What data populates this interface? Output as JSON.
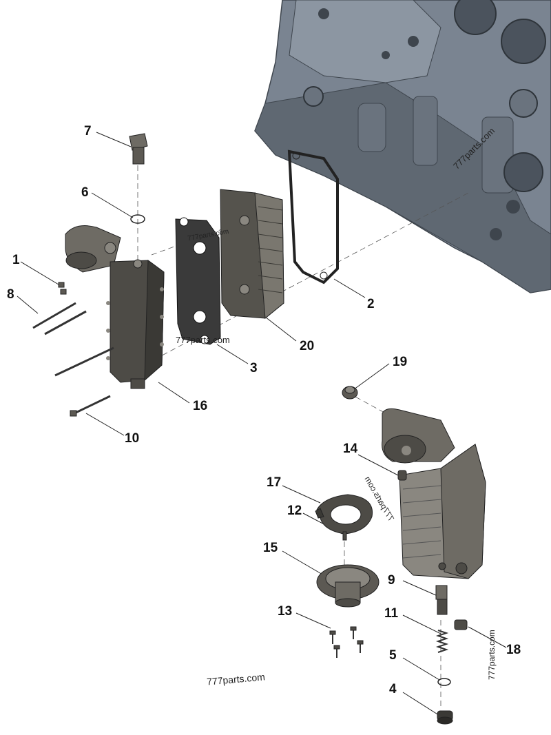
{
  "callouts": {
    "c1": "1",
    "c2": "2",
    "c3": "3",
    "c4": "4",
    "c5": "5",
    "c6": "6",
    "c7": "7",
    "c8": "8",
    "c9": "9",
    "c10": "10",
    "c11": "11",
    "c12": "12",
    "c13": "13",
    "c14": "14",
    "c15": "15",
    "c16": "16",
    "c17": "17",
    "c18": "18",
    "c19": "19",
    "c20": "20"
  },
  "watermark": "777parts.com",
  "colors": {
    "engine_block": "#7a8491",
    "engine_dark": "#4b535d",
    "cooler_housing": "#4d4b46",
    "cooler_light": "#8a8780",
    "gasket": "#2c2c2c",
    "leader_line": "#222222"
  }
}
